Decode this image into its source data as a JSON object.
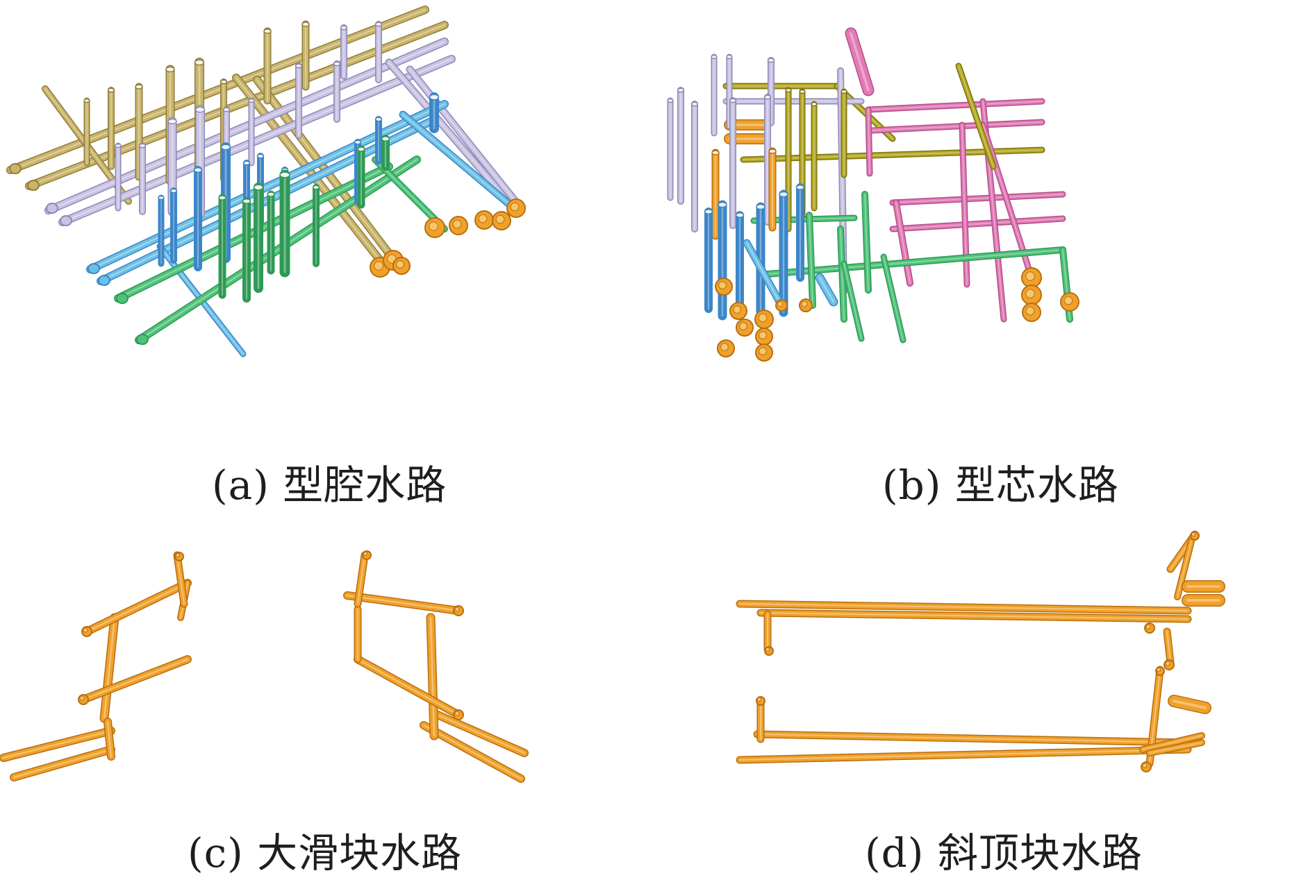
{
  "figure": {
    "panels": [
      {
        "id": "a",
        "caption": "(a) 型腔水路"
      },
      {
        "id": "b",
        "caption": "(b) 型芯水路"
      },
      {
        "id": "c",
        "caption": "(c) 大滑块水路"
      },
      {
        "id": "d",
        "caption": "(d) 斜顶块水路"
      }
    ]
  },
  "colors": {
    "khaki": "#c9b46a",
    "khaki_dark": "#8f7d3a",
    "lavender": "#c9c3e3",
    "lavender_dark": "#8f88b5",
    "blue": "#3b86c8",
    "sky": "#6cc0e6",
    "green": "#2e9a55",
    "green_light": "#4fc27a",
    "olive": "#b5a822",
    "pink": "#e27ab5",
    "orange": "#f0a12a",
    "orange_dark": "#b86e10"
  },
  "icons": {
    "panel_a": "cavity-cooling-channels-icon",
    "panel_b": "core-cooling-channels-icon",
    "panel_c": "large-slider-cooling-channels-icon",
    "panel_d": "lifter-cooling-channels-icon"
  }
}
